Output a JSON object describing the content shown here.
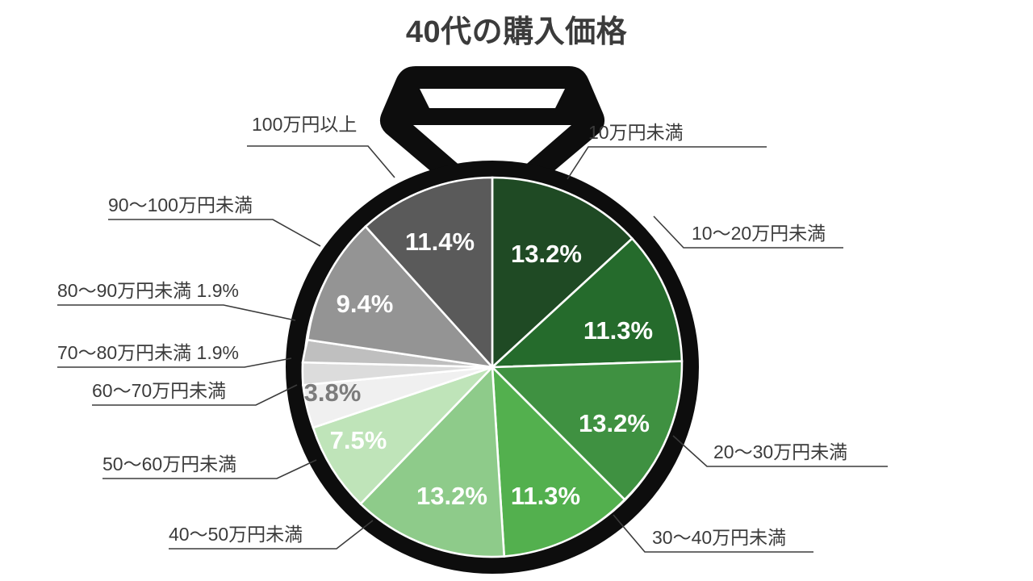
{
  "title": "40代の購入価格",
  "decoration": {
    "name": "diamond-gem-outline",
    "color": "#0d0d0d"
  },
  "ring": {
    "color": "#0d0d0d",
    "width": 20
  },
  "background": "#ffffff",
  "label_color": "#3b3b3b",
  "chart_data": {
    "type": "pie",
    "title": "40代の購入価格",
    "xlabel": "",
    "ylabel": "",
    "legend_position": "none",
    "label_style": "leader-lines-outside",
    "value_unit": "%",
    "categories": [
      "10万円未満",
      "10〜20万円未満",
      "20〜30万円未満",
      "30〜40万円未満",
      "40〜50万円未満",
      "50〜60万円未満",
      "60〜70万円未満",
      "70〜80万円未満",
      "80〜90万円未満",
      "90〜100万円未満",
      "100万円以上"
    ],
    "values": [
      13.2,
      11.3,
      13.2,
      11.3,
      13.2,
      7.5,
      3.8,
      1.9,
      1.9,
      9.4,
      11.4
    ],
    "value_labels": [
      "13.2%",
      "11.3%",
      "13.2%",
      "11.3%",
      "13.2%",
      "7.5%",
      "3.8%",
      "1.9%",
      "1.9%",
      "9.4%",
      "11.4%"
    ],
    "colors": [
      "#1f4a24",
      "#256b2c",
      "#3f9141",
      "#53b04e",
      "#8ecb8a",
      "#bfe4b9",
      "#f0f0f0",
      "#dcdcdc",
      "#bfbfbf",
      "#949494",
      "#5a5a5a"
    ],
    "slice_label_placement": [
      "inside",
      "inside",
      "inside",
      "inside",
      "inside",
      "inside",
      "inside",
      "in-leader",
      "in-leader",
      "inside",
      "inside"
    ]
  },
  "slices": [
    {
      "id": "slice-under-100k",
      "label": "10万円未満",
      "pct": "13.2%",
      "leader_text": "10万円未満"
    },
    {
      "id": "slice-100k-200k",
      "label": "10〜20万円未満",
      "pct": "11.3%",
      "leader_text": "10〜20万円未満"
    },
    {
      "id": "slice-200k-300k",
      "label": "20〜30万円未満",
      "pct": "13.2%",
      "leader_text": "20〜30万円未満"
    },
    {
      "id": "slice-300k-400k",
      "label": "30〜40万円未満",
      "pct": "11.3%",
      "leader_text": "30〜40万円未満"
    },
    {
      "id": "slice-400k-500k",
      "label": "40〜50万円未満",
      "pct": "13.2%",
      "leader_text": "40〜50万円未満"
    },
    {
      "id": "slice-500k-600k",
      "label": "50〜60万円未満",
      "pct": "7.5%",
      "leader_text": "50〜60万円未満"
    },
    {
      "id": "slice-600k-700k",
      "label": "60〜70万円未満",
      "pct": "3.8%",
      "leader_text": "60〜70万円未満"
    },
    {
      "id": "slice-700k-800k",
      "label": "70〜80万円未満",
      "pct": "1.9%",
      "leader_text": "70〜80万円未満 1.9%"
    },
    {
      "id": "slice-800k-900k",
      "label": "80〜90万円未満",
      "pct": "1.9%",
      "leader_text": "80〜90万円未満 1.9%"
    },
    {
      "id": "slice-900k-1000k",
      "label": "90〜100万円未満",
      "pct": "9.4%",
      "leader_text": "90〜100万円未満"
    },
    {
      "id": "slice-over-1000k",
      "label": "100万円以上",
      "pct": "11.4%",
      "leader_text": "100万円以上"
    }
  ]
}
